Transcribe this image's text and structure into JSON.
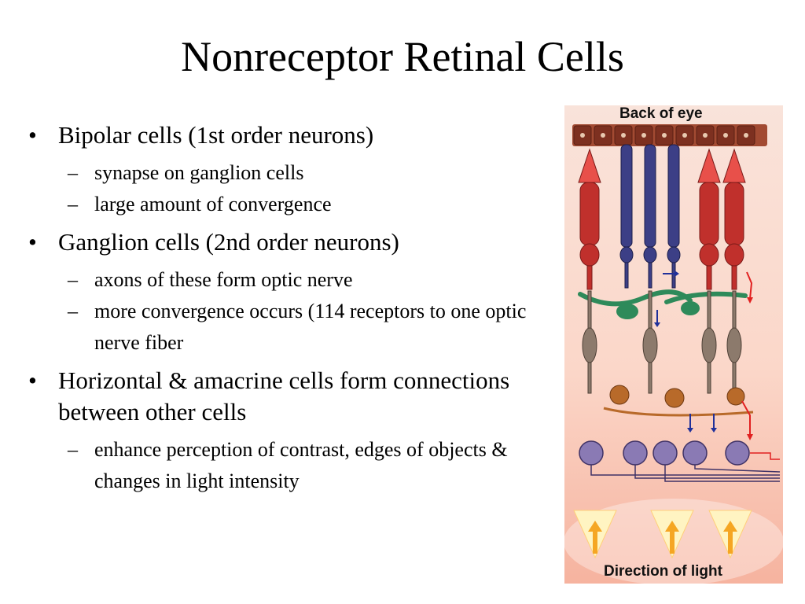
{
  "slide": {
    "title": "Nonreceptor Retinal Cells",
    "bullets": [
      {
        "text": "Bipolar cells (1st order neurons)",
        "subs": [
          "synapse on ganglion cells",
          "large amount of convergence"
        ]
      },
      {
        "text": "Ganglion cells (2nd order neurons)",
        "subs": [
          "axons of these form optic nerve",
          "more convergence occurs (114 receptors to one optic nerve fiber"
        ]
      },
      {
        "text": "Horizontal & amacrine cells form connections between other cells",
        "subs": [
          "enhance perception of contrast, edges of objects & changes in light intensity"
        ]
      }
    ]
  },
  "figure": {
    "label_top": "Back of eye",
    "label_bottom": "Direction of light"
  },
  "colors": {
    "cone": "#c0302c",
    "rod": "#3c3f86",
    "horizontal": "#2e8a5a",
    "bipolar": "#8c7a6c",
    "amacrine": "#b86a2a",
    "ganglion": "#8a7ab4",
    "arrow_red": "#e12020",
    "arrow_blue": "#20309a",
    "light_arrow": "#f5a623"
  }
}
